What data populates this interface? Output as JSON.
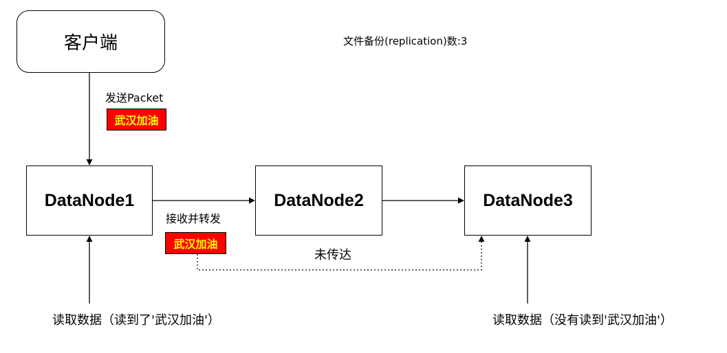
{
  "client": {
    "label": "客户端"
  },
  "replication": {
    "text": "文件备份(replication)数:3"
  },
  "send": {
    "label": "发送Packet",
    "data": "武汉加油"
  },
  "nodes": [
    {
      "label": "DataNode1"
    },
    {
      "label": "DataNode2"
    },
    {
      "label": "DataNode3"
    }
  ],
  "relay": {
    "label": "接收并转发",
    "data": "武汉加油"
  },
  "undelivered": {
    "label": "未传达"
  },
  "reads": [
    {
      "label": "读取数据（读到了'武汉加油'）"
    },
    {
      "label": "读取数据（没有读到'武汉加油'）"
    }
  ],
  "colors": {
    "tag_fill": "#ff0000",
    "tag_text": "#ffff00",
    "line": "#000000"
  }
}
